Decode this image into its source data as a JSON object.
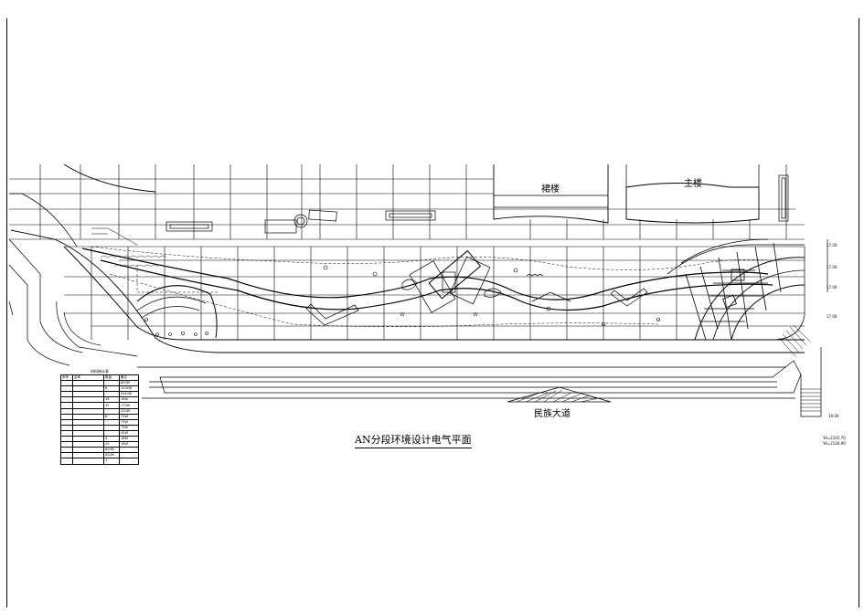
{
  "drawing": {
    "title": "AN分段环境设计电气平面",
    "labels": {
      "podium": "裙楼",
      "main_building": "主楼",
      "road": "民族大道"
    }
  },
  "legend": {
    "title": "材料统计表",
    "header": [
      "序号",
      "名称",
      "数量",
      "备注"
    ],
    "rows": [
      [
        "",
        "",
        "",
        "800W"
      ],
      [
        "",
        "",
        "6",
        "1000W"
      ],
      [
        "",
        "",
        "",
        "2x40W"
      ],
      [
        "",
        "",
        "16",
        "18W"
      ],
      [
        "",
        "",
        "32",
        "175W"
      ],
      [
        "",
        "",
        "",
        "250W"
      ],
      [
        "",
        "",
        "6",
        "75W"
      ],
      [
        "",
        "",
        "",
        "75W"
      ],
      [
        "",
        "",
        "",
        "75W"
      ],
      [
        "",
        "",
        "",
        "40W"
      ],
      [
        "",
        "",
        "4",
        "18W"
      ],
      [
        "",
        "",
        "20",
        "18W"
      ],
      [
        "",
        "",
        "600M",
        ""
      ],
      [
        "",
        "",
        "500M",
        ""
      ],
      [
        "",
        "",
        "1",
        ""
      ]
    ]
  },
  "notes": {
    "elev_right_1": "17.00",
    "elev_right_2": "17.00",
    "elev_right_3": "17.00",
    "elev_right_4": "17.00",
    "elev_bottom": "19.00",
    "stamp_1": "YA=2105.70",
    "stamp_2": "YA=2130.90"
  },
  "colors": {
    "line": "#000000",
    "background": "#ffffff"
  }
}
